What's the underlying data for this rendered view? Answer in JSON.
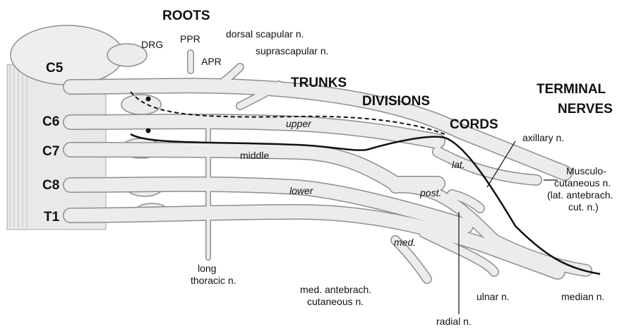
{
  "headers": {
    "roots": "ROOTS",
    "trunks": "TRUNKS",
    "divisions": "DIVISIONS",
    "cords": "CORDS",
    "terminal_1": "TERMINAL",
    "terminal_2": "NERVES"
  },
  "roots": [
    "C5",
    "C6",
    "C7",
    "C8",
    "T1"
  ],
  "ganglion_labels": {
    "drg": "DRG",
    "ppr": "PPR",
    "apr": "APR"
  },
  "proximal_nerves": {
    "dorsal_scapular": "dorsal scapular n.",
    "suprascapular": "suprascapular n.",
    "long_thoracic_1": "long",
    "long_thoracic_2": "thoracic n."
  },
  "trunks": {
    "upper": "upper",
    "middle": "middle",
    "lower": "lower"
  },
  "cords": {
    "lateral": "lat.",
    "posterior": "post.",
    "medial": "med."
  },
  "terminal_nerves": {
    "axillary": "axillary n.",
    "musculo_1": "Musculo-",
    "musculo_2": "cutaneous n.",
    "musculo_3": "(lat. antebrach.",
    "musculo_4": "cut. n.)",
    "med_antebrach_1": "med. antebrach.",
    "med_antebrach_2": "cutaneous n.",
    "ulnar": "ulnar n.",
    "median": "median n.",
    "radial": "radial n."
  },
  "colors": {
    "background": "#ffffff",
    "nerve_fill": "#ececec",
    "nerve_outline": "#8e8e8e",
    "spinal_cord": "#e6e6e6",
    "pathway": "#111111"
  }
}
